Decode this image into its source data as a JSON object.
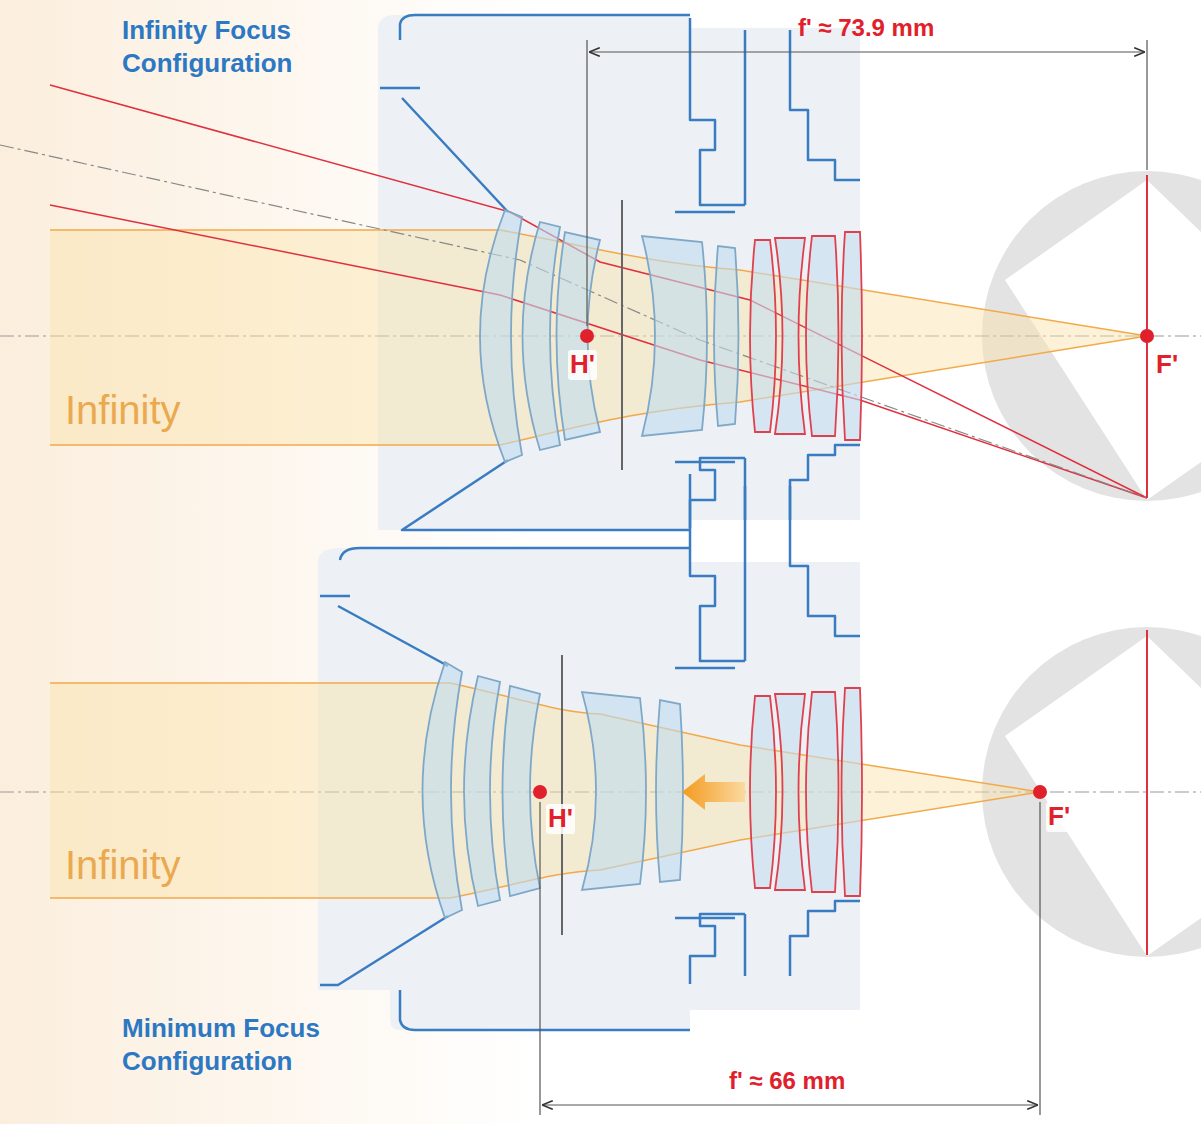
{
  "diagram": {
    "labels": [
      "Infinity Focus Configuration",
      "f' ≈ 73.9 mm",
      "H'",
      "F'",
      "Infinity",
      "H'",
      "F'",
      "Infinity",
      "Minimum Focus Configuration",
      "f' ≈ 66 mm"
    ]
  }
}
